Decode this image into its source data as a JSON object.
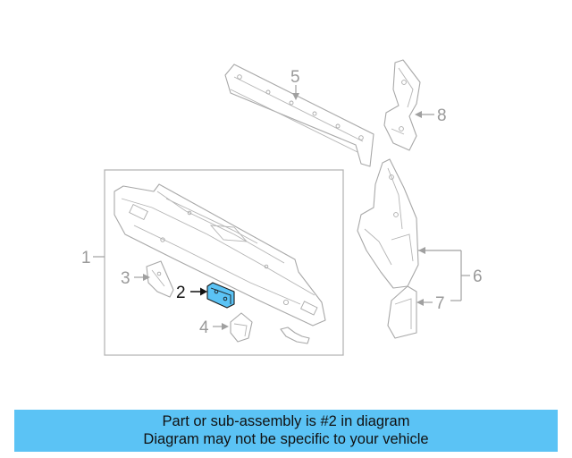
{
  "diagram": {
    "callouts": [
      {
        "id": "1",
        "label": "1"
      },
      {
        "id": "2",
        "label": "2",
        "highlighted": true
      },
      {
        "id": "3",
        "label": "3"
      },
      {
        "id": "4",
        "label": "4"
      },
      {
        "id": "5",
        "label": "5"
      },
      {
        "id": "6",
        "label": "6"
      },
      {
        "id": "7",
        "label": "7"
      },
      {
        "id": "8",
        "label": "8"
      }
    ],
    "highlight_color": "#5bc3f5",
    "line_color": "#a8a8a8"
  },
  "banner": {
    "line1": "Part or sub-assembly is #2 in diagram",
    "line2": "Diagram may not be specific to your vehicle",
    "background": "#5bc3f5"
  }
}
